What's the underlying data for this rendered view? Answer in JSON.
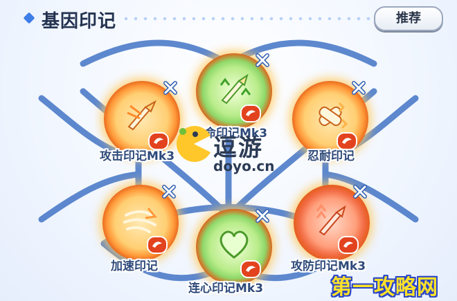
{
  "header": {
    "title": "基因印记",
    "recommend_label": "推荐"
  },
  "slots": [
    {
      "label": "攻击印记Mk3",
      "icon": "sword-slash-icon"
    },
    {
      "label": "攻命印记Mk3",
      "icon": "sword-arrows-icon"
    },
    {
      "label": "忍耐印记",
      "icon": "bandage-shield-icon"
    },
    {
      "label": "加速印记",
      "icon": "wind-arrow-icon"
    },
    {
      "label": "连心印记Mk3",
      "icon": "heart-icon"
    },
    {
      "label": "攻防印记Mk3",
      "icon": "sword-shield-icon"
    }
  ],
  "watermarks": {
    "site_name": "逗游",
    "site_domain": "doyo.cn",
    "corner_text": "第一攻略网"
  },
  "colors": {
    "connector": "#4d7cc9",
    "ring": "#e25a14",
    "badge": "#e2431e",
    "accent": "#3f7ee8"
  }
}
